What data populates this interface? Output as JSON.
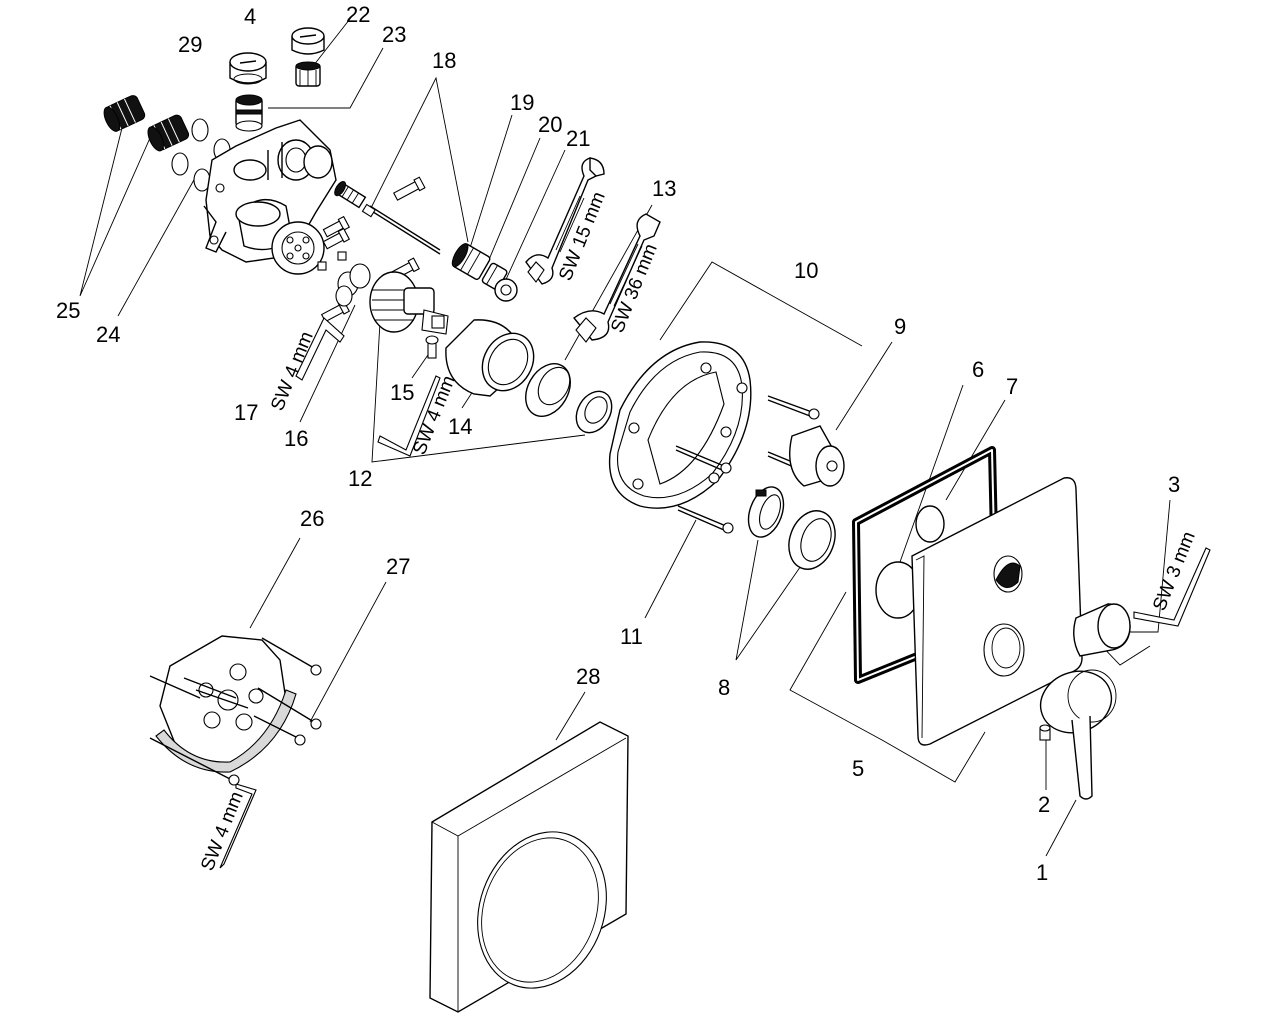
{
  "labels": {
    "n1": "1",
    "n2": "2",
    "n3": "3",
    "n4": "4",
    "n5": "5",
    "n6": "6",
    "n7": "7",
    "n8": "8",
    "n9": "9",
    "n10": "10",
    "n11": "11",
    "n12": "12",
    "n13": "13",
    "n14": "14",
    "n15": "15",
    "n16": "16",
    "n17": "17",
    "n18": "18",
    "n19": "19",
    "n20": "20",
    "n21": "21",
    "n22": "22",
    "n23": "23",
    "n24": "24",
    "n25": "25",
    "n26": "26",
    "n27": "27",
    "n28": "28",
    "n29": "29"
  },
  "tool_labels": {
    "wrench_15": "SW 15 mm",
    "wrench_36": "SW 36 mm",
    "hex_17": "SW 4 mm",
    "hex_15": "SW 4 mm",
    "hex_3": "SW 3 mm",
    "hex_26": "SW 4 mm"
  }
}
